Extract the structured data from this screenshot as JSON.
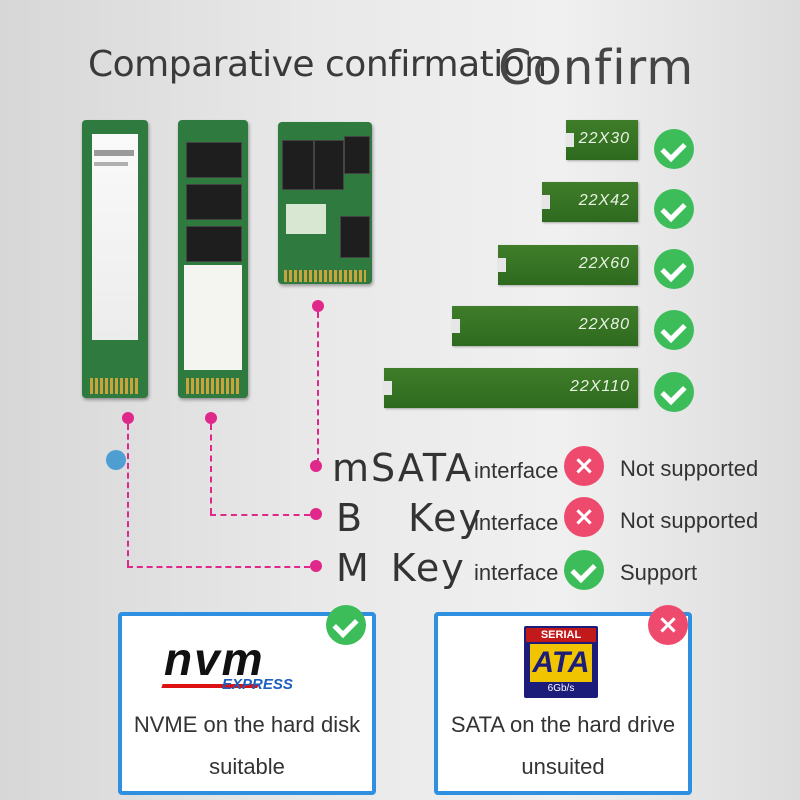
{
  "title": {
    "lead": "Comparative confirmation",
    "accent": "Confirm"
  },
  "sizes": [
    "22X30",
    "22X42",
    "22X60",
    "22X80",
    "22X110"
  ],
  "interfaces": [
    {
      "name": "mSATA",
      "suffix": "interface",
      "status": "Not supported",
      "ok": false
    },
    {
      "name": "B   Key",
      "suffix": "interface",
      "status": "Not supported",
      "ok": false
    },
    {
      "name": "M  Key",
      "suffix": "interface",
      "status": "Support",
      "ok": true
    }
  ],
  "boxes": [
    {
      "logo_main": "nvm",
      "logo_sub": "EXPRESS",
      "line1": "NVME on the hard disk",
      "line2": "suitable",
      "ok": true
    },
    {
      "logo_top": "SERIAL",
      "logo_main": "ATA",
      "logo_sub": "6Gb/s",
      "line1": "SATA on the hard drive",
      "line2": "unsuited",
      "ok": false
    }
  ],
  "colors": {
    "accent_pink": "#e0278a",
    "ok_green": "#3dbd5a",
    "no_red": "#ee4a6e",
    "box_blue": "#2f8fe0",
    "pcb_green": "#2f7a3e"
  }
}
